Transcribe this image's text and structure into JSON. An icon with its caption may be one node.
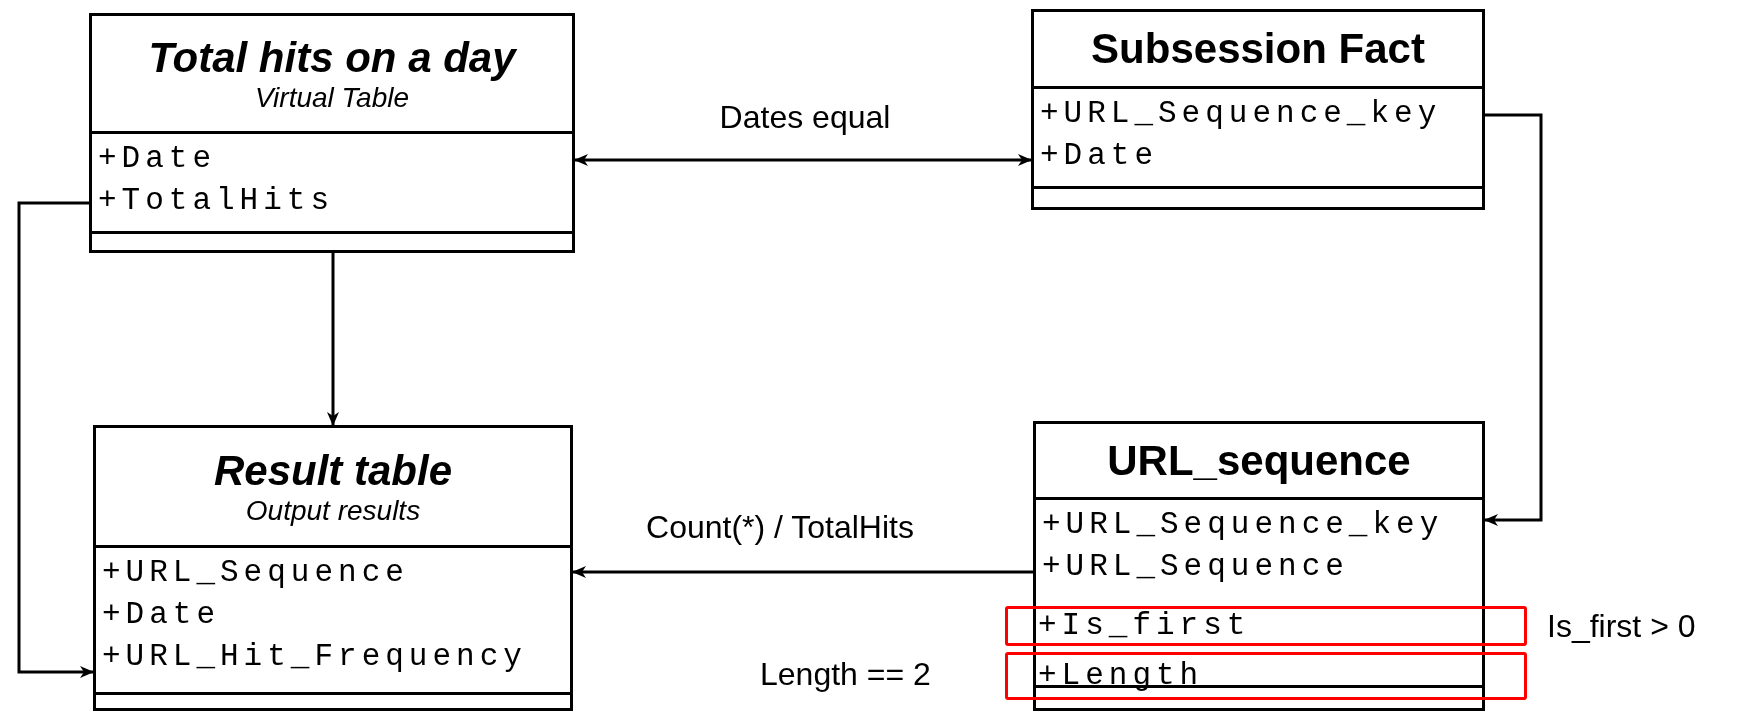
{
  "diagram": {
    "nodes": [
      {
        "text": [
          "Total hits on a day",
          "Virtual Table",
          "+Date",
          "+TotalHits"
        ]
      },
      {
        "text": [
          "Subsession Fact",
          "+URL_Sequence_key",
          "+Date"
        ]
      },
      {
        "text": [
          "Result table",
          "Output results",
          "+URL_Sequence",
          "+Date",
          "+URL_Hit_Frequency"
        ]
      },
      {
        "text": [
          "URL_sequence",
          "+URL_Sequence_key",
          "+URL_Sequence"
        ]
      },
      {
        "text": [
          "+Is_first"
        ],
        "beside": [
          "Is_first > 0"
        ]
      },
      {
        "text": [
          "+Length"
        ],
        "beside": [
          "Length == 2"
        ]
      }
    ],
    "edges": [
      {
        "from": 0,
        "to": 1,
        "arrow": "both",
        "label": "Dates equal"
      },
      {
        "from": 0,
        "to": 2,
        "arrow": "to"
      },
      {
        "from": 0,
        "to": 2,
        "arrow": "to"
      },
      {
        "from": 1,
        "to": 3,
        "arrow": "to"
      },
      {
        "from": 3,
        "to": 2,
        "arrow": "to",
        "label": "Count(*) / TotalHits"
      }
    ]
  }
}
